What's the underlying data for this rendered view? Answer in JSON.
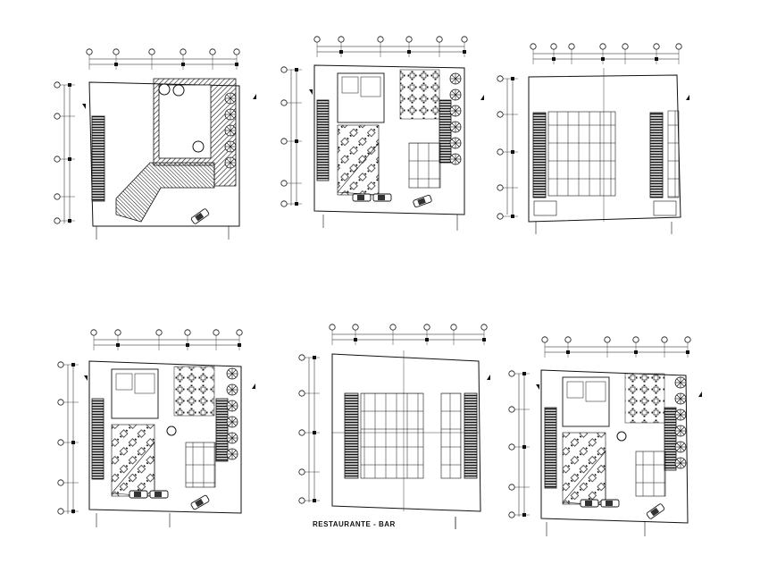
{
  "drawing": {
    "caption": "RESTAURANTE - BAR",
    "sheets": [
      {
        "id": "plan-1",
        "kind": "roof-plan"
      },
      {
        "id": "plan-2",
        "kind": "floor-plan"
      },
      {
        "id": "plan-3",
        "kind": "parking-plan"
      },
      {
        "id": "plan-4",
        "kind": "floor-plan"
      },
      {
        "id": "plan-5",
        "kind": "parking-plan"
      },
      {
        "id": "plan-6",
        "kind": "floor-plan"
      }
    ]
  },
  "colors": {
    "ink": "#111111",
    "paper": "#ffffff",
    "hatch": "#222222"
  }
}
